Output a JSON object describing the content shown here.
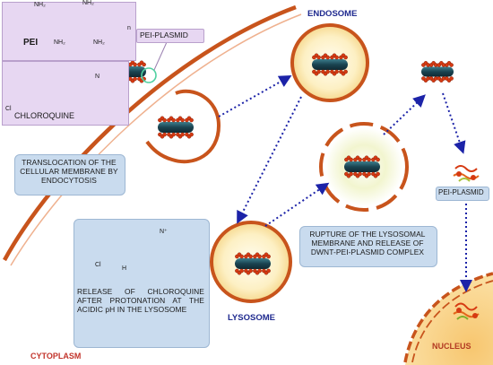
{
  "labels": {
    "pei": "PEI",
    "chloroquine": "CHLOROQUINE",
    "pei_plasmid_top": "PEI-PLASMID",
    "endosome": "ENDOSOME",
    "lysosome": "LYSOSOME",
    "cytoplasm": "CYTOPLASM",
    "nucleus": "NUCLEUS",
    "pei_plasmid_right": "PEI-PLASMID"
  },
  "captions": {
    "translocation": "TRANSLOCATION OF THE CELLULAR MEMBRANE BY ENDOCYTOSIS",
    "rupture": "RUPTURE OF THE LYSOSOMAL MEMBRANE AND RELEASE OF DWNT-PEI-PLASMID COMPLEX",
    "release": "RELEASE OF CHLOROQUINE AFTER PROTONATION AT THE ACIDIC pH IN THE LYSOSOME"
  },
  "structure_atoms": {
    "nh2": "NH₂",
    "h": "H",
    "n": "N",
    "cl": "Cl",
    "n_plus": "N⁺",
    "n_repeat": "n"
  },
  "colors": {
    "membrane": "#c8541c",
    "vesicle_fill": "#fde9b0",
    "nanotube": "#1e4f5e",
    "plasmid": "#d63a12",
    "arrow": "#1c23a8",
    "nucleus_fill": "#f6c06a"
  }
}
